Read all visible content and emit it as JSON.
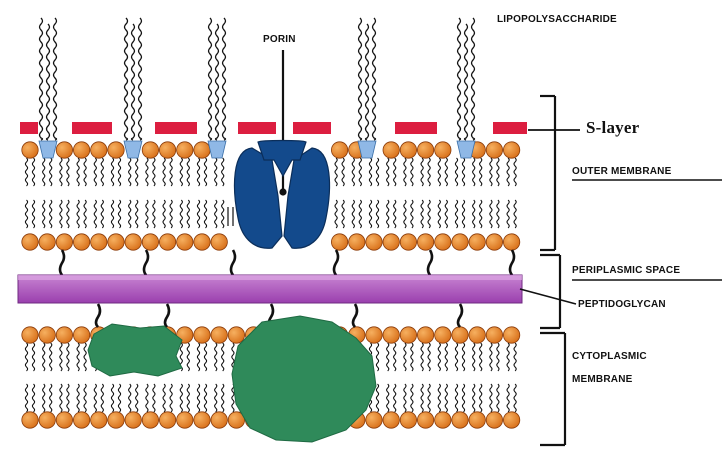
{
  "labels": {
    "lipopolysaccharide": "LIPOPOLYSACCHARIDE",
    "porin": "PORIN",
    "s_layer": "S-layer",
    "outer_membrane": "OUTER MEMBRANE",
    "periplasmic_space": "PERIPLASMIC SPACE",
    "peptidoglycan": "PEPTIDOGLYCAN",
    "cytoplasmic_membrane_line1": "CYTOPLASMIC",
    "cytoplasmic_membrane_line2": "MEMBRANE"
  },
  "colors": {
    "phospholipid_head": "#e8821e",
    "s_layer": "#dc1e40",
    "lps_core": "#8fb8e6",
    "porin": "#134a8c",
    "peptidoglycan": "#b052c0",
    "membrane_protein": "#2f8a5a",
    "outline": "#111111"
  }
}
